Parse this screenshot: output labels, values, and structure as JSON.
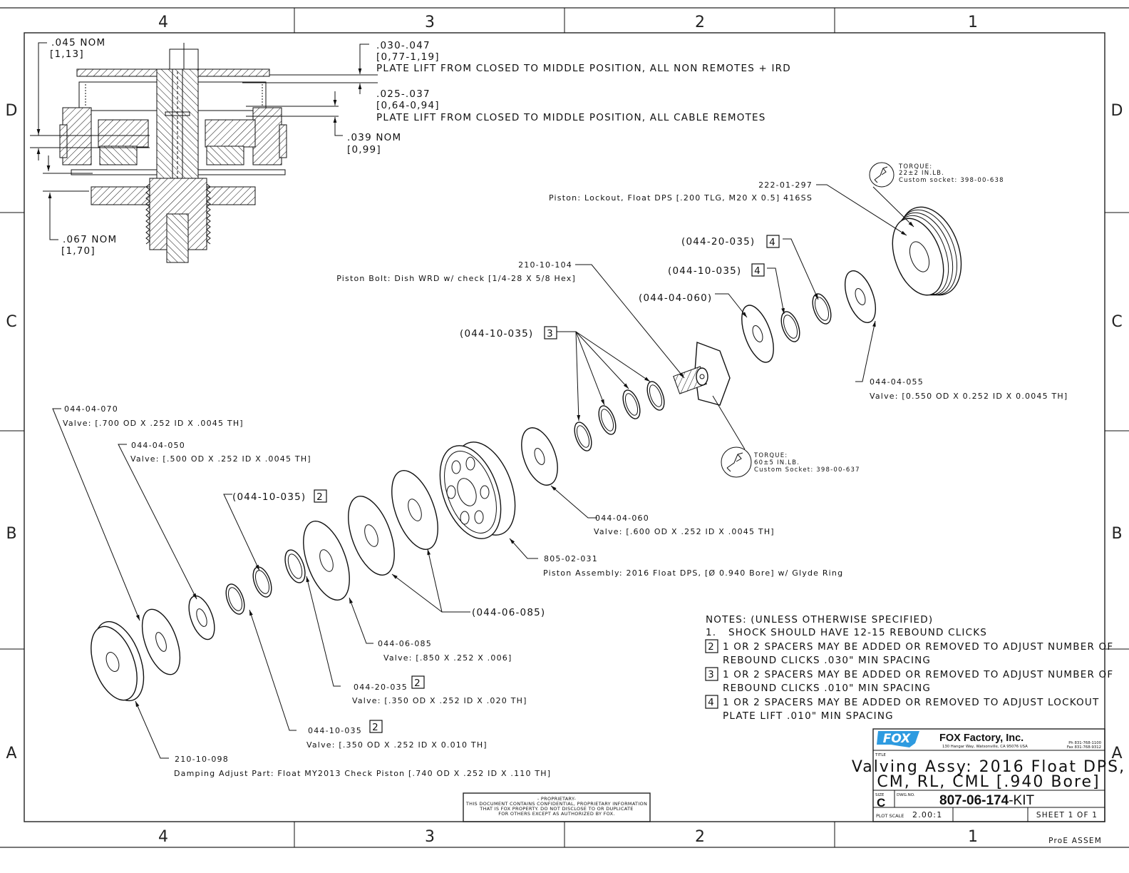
{
  "zones": {
    "columns": [
      "4",
      "3",
      "2",
      "1"
    ],
    "rows": [
      "D",
      "C",
      "B",
      "A"
    ]
  },
  "section_view": {
    "dim_045": {
      "value": ".045  NOM",
      "metric": "[1,13]"
    },
    "dim_067": {
      "value": ".067  NOM",
      "metric": "[1,70]"
    },
    "dim_039": {
      "value": ".039  NOM",
      "metric": "[0,99]"
    },
    "dim_030_047": {
      "value": ".030-.047",
      "metric": "[0,77-1,19]",
      "note": "PLATE LIFT FROM CLOSED TO MIDDLE POSITION, ALL NON REMOTES + IRD"
    },
    "dim_025_037": {
      "value": ".025-.037",
      "metric": "[0,64-0,94]",
      "note": "PLATE LIFT FROM CLOSED TO MIDDLE POSITION, ALL CABLE REMOTES"
    }
  },
  "callouts": [
    {
      "id": "c-222-01-297",
      "part": "222-01-297",
      "desc": "Piston: Lockout, Float DPS [.200 TLG, M20 X 0.5] 416SS"
    },
    {
      "id": "c-044-20-035-4",
      "part": "(044-20-035)",
      "flag": "4"
    },
    {
      "id": "c-044-10-035-4",
      "part": "(044-10-035)",
      "flag": "4"
    },
    {
      "id": "c-210-10-104",
      "part": "210-10-104",
      "desc": "Piston Bolt: Dish WRD w/ check [1/4-28 X 5/8 Hex]"
    },
    {
      "id": "c-044-04-060-p",
      "part": "(044-04-060)"
    },
    {
      "id": "c-044-10-035-3",
      "part": "(044-10-035)",
      "flag": "3"
    },
    {
      "id": "c-044-04-055",
      "part": "044-04-055",
      "desc": "Valve: [0.550 OD X 0.252 ID X 0.0045 TH]"
    },
    {
      "id": "c-044-04-070",
      "part": "044-04-070",
      "desc": "Valve: [.700 OD X .252 ID X .0045 TH]"
    },
    {
      "id": "c-044-04-050",
      "part": "044-04-050",
      "desc": "Valve: [.500 OD X .252 ID X .0045 TH]"
    },
    {
      "id": "c-044-10-035-2p",
      "part": "(044-10-035)",
      "flag": "2"
    },
    {
      "id": "c-044-04-060",
      "part": "044-04-060",
      "desc": "Valve: [.600 OD X .252 ID X .0045 TH]"
    },
    {
      "id": "c-805-02-031",
      "part": "805-02-031",
      "desc": "Piston Assembly: 2016 Float DPS, [Ø 0.940 Bore] w/ Glyde Ring"
    },
    {
      "id": "c-044-06-085-p",
      "part": "(044-06-085)"
    },
    {
      "id": "c-044-06-085",
      "part": "044-06-085",
      "desc": "Valve: [.850 X .252 X .006]"
    },
    {
      "id": "c-044-20-035-2",
      "part": "044-20-035",
      "flag": "2",
      "desc": "Valve: [.350 OD X .252 ID X .020 TH]"
    },
    {
      "id": "c-044-10-035-2",
      "part": "044-10-035",
      "flag": "2",
      "desc": "Valve: [.350 OD X .252 ID X 0.010 TH]"
    },
    {
      "id": "c-210-10-098",
      "part": "210-10-098",
      "desc": "Damping Adjust Part: Float MY2013 Check Piston [.740 OD X .252 ID X .110 TH]"
    }
  ],
  "torque": [
    {
      "label": "TORQUE:",
      "value": "22±2 IN.LB.",
      "socket": "Custom socket: 398-00-638"
    },
    {
      "label": "TORQUE:",
      "value": "60±5 IN.LB.",
      "socket": "Custom Socket: 398-00-637"
    }
  ],
  "notes": {
    "header": "NOTES: (UNLESS OTHERWISE SPECIFIED)",
    "items": [
      {
        "flag": "1.",
        "lines": [
          "SHOCK SHOULD HAVE 12-15 REBOUND CLICKS"
        ]
      },
      {
        "flag": "2",
        "lines": [
          "1 OR 2 SPACERS MAY BE ADDED OR REMOVED TO ADJUST NUMBER OF",
          "REBOUND CLICKS .030\" MIN SPACING"
        ]
      },
      {
        "flag": "3",
        "lines": [
          "1 OR 2 SPACERS MAY BE ADDED OR REMOVED TO ADJUST NUMBER OF",
          "REBOUND CLICKS .010\" MIN SPACING"
        ]
      },
      {
        "flag": "4",
        "lines": [
          "1 OR 2 SPACERS MAY BE ADDED OR REMOVED TO ADJUST LOCKOUT",
          "PLATE LIFT .010\" MIN SPACING"
        ]
      }
    ]
  },
  "proprietary": {
    "lines": [
      "- PROPRIETARY-",
      "THIS DOCUMENT CONTAINS CONFIDENTIAL, PROPRIETARY INFORMATION",
      "THAT IS FOX PROPERTY.  DO NOT DISCLOSE TO OR DUPLICATE",
      "FOR OTHERS EXCEPT AS AUTHORIZED BY FOX."
    ]
  },
  "title_block": {
    "logo": "FOX",
    "company": "FOX Factory, Inc.",
    "address": "130 Hangar Way, Watsonville, CA 95076 USA",
    "phone": "Ph 831-768-1100",
    "fax": "Fax 831-768-9312",
    "title_label": "TITLE",
    "title_line1": "Valving Assy: 2016 Float DPS,",
    "title_line2": "CM, RL, CML [.940 Bore]",
    "size_label": "SIZE",
    "size": "C",
    "dwg_no_label": "DWG.NO.",
    "dwg_no_bold": "807-06-174",
    "dwg_no_suffix": "-KIT",
    "plot_scale_label": "PLOT SCALE",
    "plot_scale": "2.00:1",
    "sheet": "SHEET 1 OF 1",
    "software": "ProE ASSEM"
  },
  "colors": {
    "logo_blue": "#2e9be0",
    "frame": "#222222",
    "border_outer": "#777777"
  }
}
